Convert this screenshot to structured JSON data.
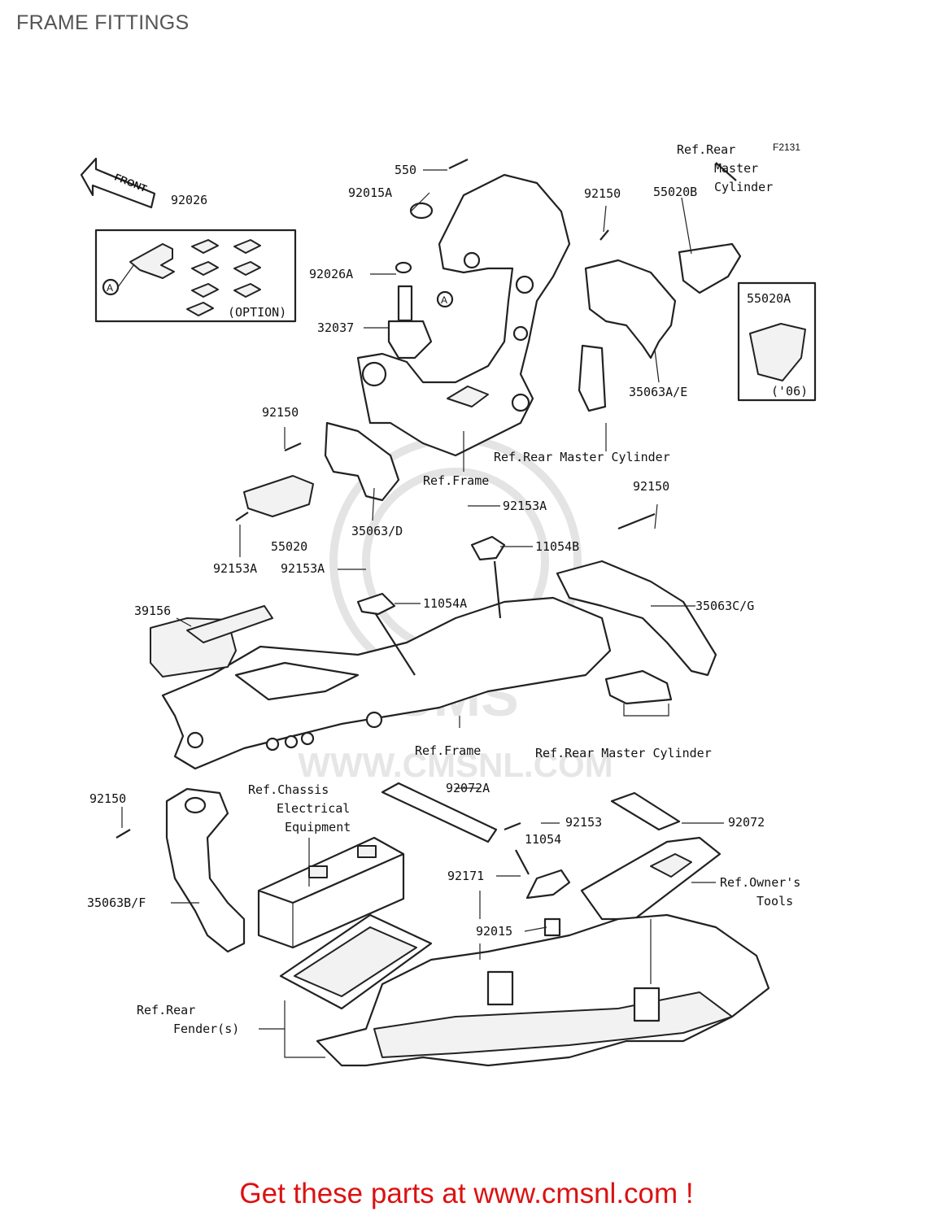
{
  "page_title": "FRAME FITTINGS",
  "figure_code": "F2131",
  "front_arrow": "FRONT",
  "option_note": "(OPTION)",
  "year_note": "('06)",
  "marker_a": "A",
  "watermark": "WWW.CMSNL.COM",
  "watermark_brand": "CMS",
  "cta_text": "Get these parts at www.cmsnl.com !",
  "callouts": [
    "550",
    "92015A",
    "92026",
    "92150",
    "92026A",
    "32037",
    "55020B",
    "55020A",
    "35063A/E",
    "92150",
    "35063/D",
    "55020",
    "92153A",
    "92153A",
    "11054B",
    "92153A",
    "11054A",
    "92150",
    "35063C/G",
    "39156",
    "92072A",
    "92150",
    "92153",
    "11054",
    "92072",
    "92171",
    "35063B/F",
    "92015"
  ],
  "refs": [
    [
      "Ref.Rear",
      "Master",
      "Cylinder"
    ],
    [
      "Ref.Rear Master Cylinder"
    ],
    [
      "Ref.Frame"
    ],
    [
      "Ref.Frame"
    ],
    [
      "Ref.Rear Master Cylinder"
    ],
    [
      "Ref.Chassis",
      "Electrical",
      "Equipment"
    ],
    [
      "Ref.Owner's",
      "Tools"
    ],
    [
      "Ref.Rear",
      "Fender(s)"
    ]
  ]
}
